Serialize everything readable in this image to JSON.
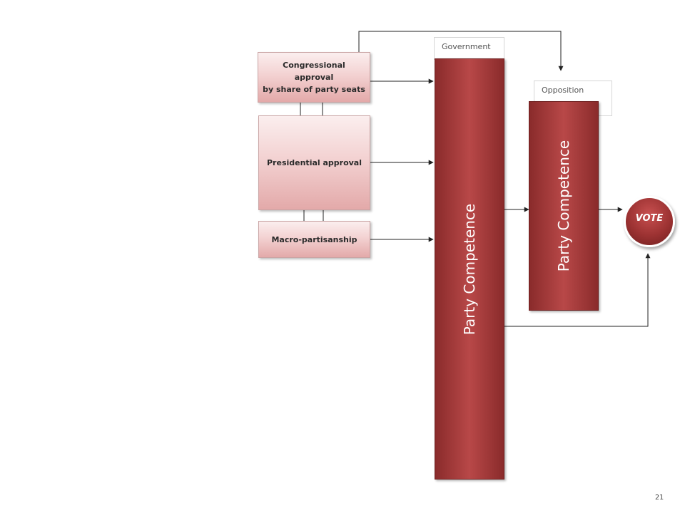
{
  "diagram": {
    "inputs": [
      {
        "id": "congressional",
        "label": "Congressional approval\nby share of party seats"
      },
      {
        "id": "presidential",
        "label": "Presidential approval"
      },
      {
        "id": "macro",
        "label": "Macro-partisanship"
      }
    ],
    "government": {
      "title": "Government",
      "bar_label": "Party Competence"
    },
    "opposition": {
      "title": "Opposition",
      "bar_label": "Party Competence"
    },
    "outcome": {
      "label": "VOTE"
    },
    "edges": [
      {
        "from": "congressional",
        "to": "government"
      },
      {
        "from": "presidential",
        "to": "government"
      },
      {
        "from": "macro",
        "to": "government"
      },
      {
        "from": "congressional",
        "to": "opposition"
      },
      {
        "from": "government",
        "to": "opposition"
      },
      {
        "from": "opposition",
        "to": "vote"
      },
      {
        "from": "government",
        "to": "vote"
      }
    ]
  },
  "page_number": "21",
  "colors": {
    "bar_fill": "#a83c3c",
    "input_fill": "#f3d2d2",
    "connector": "#222222"
  }
}
